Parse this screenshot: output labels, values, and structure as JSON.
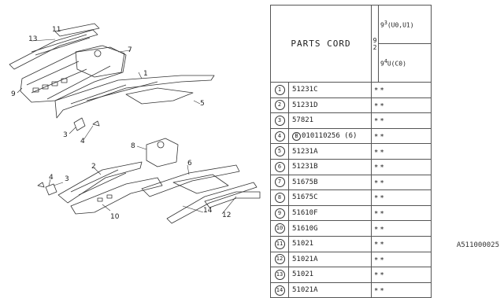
{
  "table": {
    "header_title": "PARTS CORD",
    "model_code": [
      "9",
      "2"
    ],
    "col_codes": [
      "9",
      "3",
      "9",
      "4"
    ],
    "col_labels": [
      "(U0,U1)",
      "U(C0)"
    ],
    "rows": [
      {
        "index": "1",
        "code": "51231C",
        "marks": "∗∗"
      },
      {
        "index": "2",
        "code": "51231D",
        "marks": "∗∗"
      },
      {
        "index": "3",
        "code": "57821",
        "marks": "∗∗"
      },
      {
        "index": "4",
        "bolt": "B",
        "code": "010110256 (6)",
        "marks": "∗∗"
      },
      {
        "index": "5",
        "code": "51231A",
        "marks": "∗∗"
      },
      {
        "index": "6",
        "code": "51231B",
        "marks": "∗∗"
      },
      {
        "index": "7",
        "code": "51675B",
        "marks": "∗∗"
      },
      {
        "index": "8",
        "code": "51675C",
        "marks": "∗∗"
      },
      {
        "index": "9",
        "code": "51610F",
        "marks": "∗∗"
      },
      {
        "index": "10",
        "code": "51610G",
        "marks": "∗∗"
      },
      {
        "index": "11",
        "code": "51021",
        "marks": "∗∗"
      },
      {
        "index": "12",
        "code": "51021A",
        "marks": "∗∗"
      },
      {
        "index": "13",
        "code": "51021",
        "marks": "∗∗"
      },
      {
        "index": "14",
        "code": "51021A",
        "marks": "∗∗"
      }
    ]
  },
  "diagram": {
    "callouts": [
      "1",
      "2",
      "3",
      "3",
      "4",
      "4",
      "5",
      "6",
      "7",
      "8",
      "9",
      "10",
      "11",
      "12",
      "13",
      "14"
    ]
  },
  "diagram_id": "A511000025"
}
